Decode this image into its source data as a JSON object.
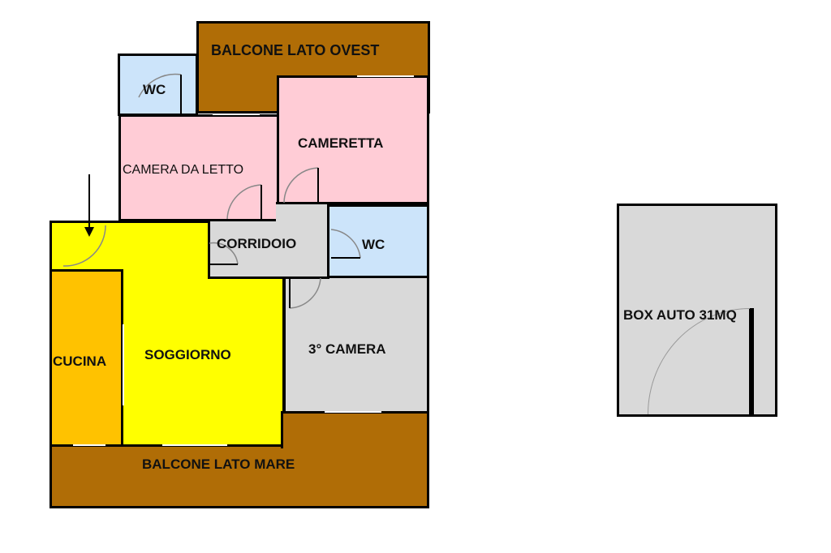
{
  "rooms": {
    "balcone_ovest": "BALCONE LATO OVEST",
    "wc_top": "WC",
    "camera_letto": "CAMERA DA LETTO",
    "cameretta": "CAMERETTA",
    "corridoio": "CORRIDOIO",
    "wc_right": "WC",
    "cucina": "CUCINA",
    "soggiorno": "SOGGIORNO",
    "terza_camera": "3° CAMERA",
    "balcone_mare": "BALCONE LATO MARE",
    "box_auto": "BOX AUTO 31MQ"
  },
  "colors": {
    "balcone": "#B06D06",
    "camera": "#FFCCD6",
    "wc": "#CCE4FA",
    "grey": "#D9D9D9",
    "soggiorno": "#FFFF00",
    "cucina": "#FFC200"
  }
}
